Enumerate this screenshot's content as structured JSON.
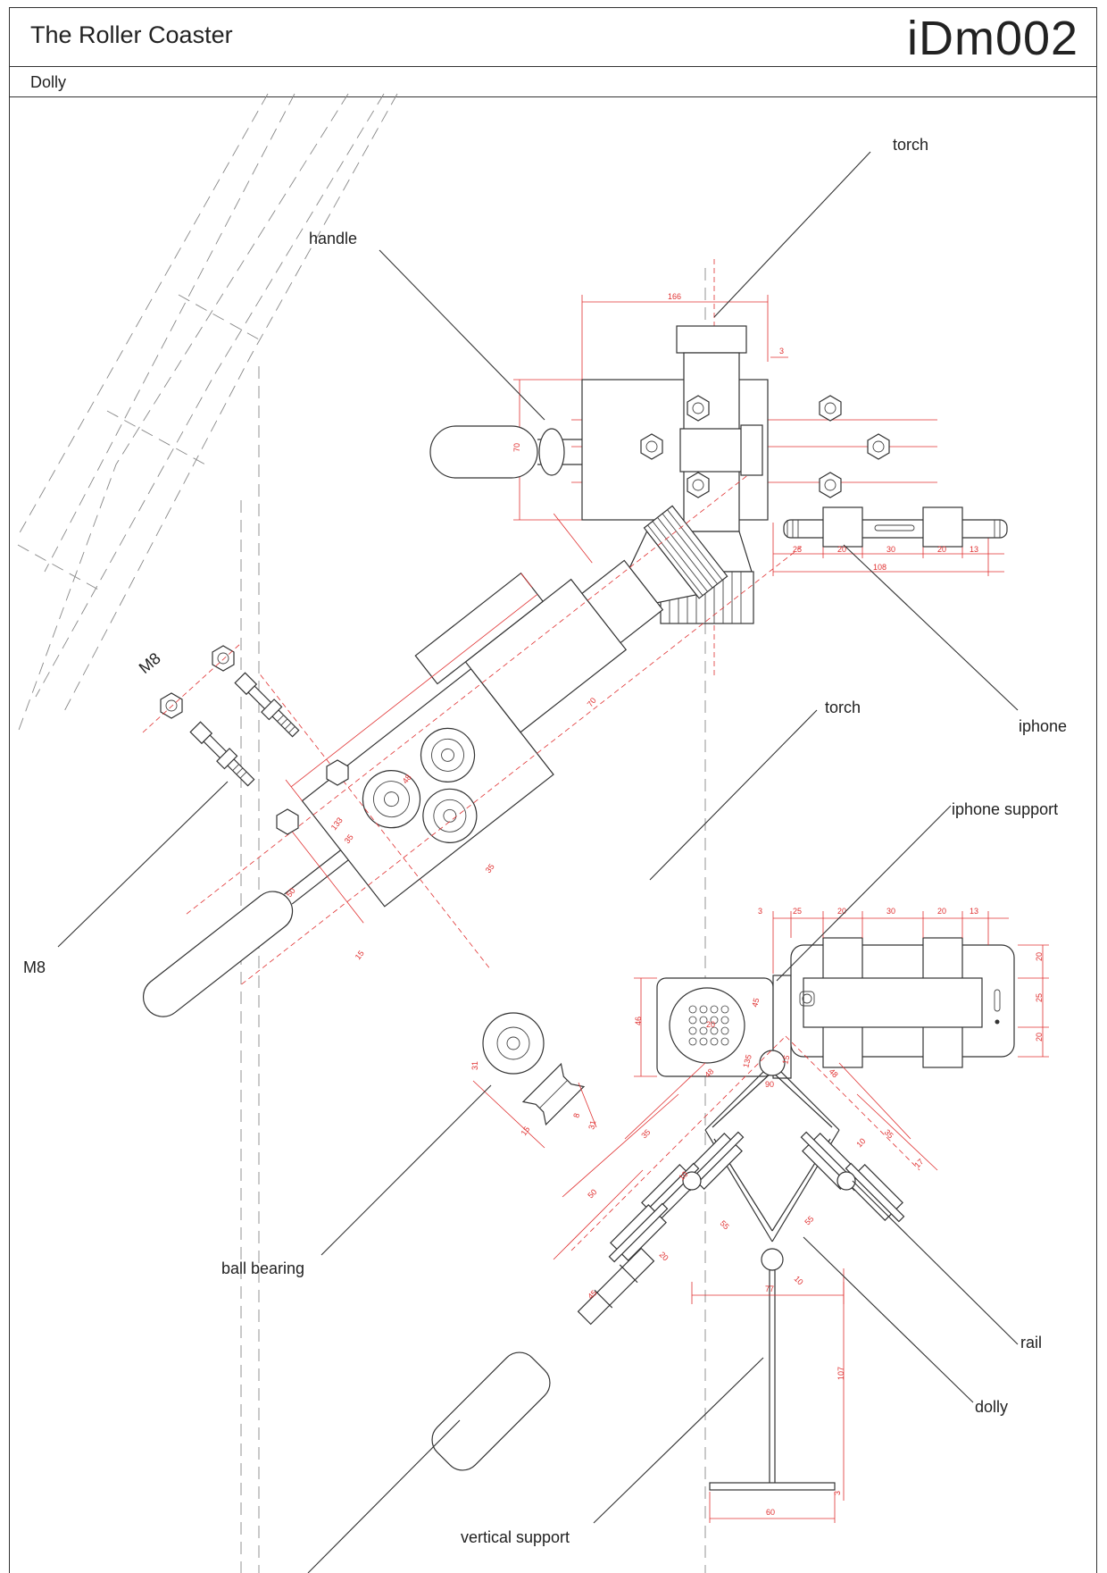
{
  "header": {
    "project_title": "The Roller Coaster",
    "drawing_code": "iDm002",
    "sheet_subtitle": "Dolly"
  },
  "callouts": {
    "torch_top": "torch",
    "handle": "handle",
    "iphone": "iphone",
    "torch_mid": "torch",
    "iphone_support": "iphone support",
    "m8_left": "M8",
    "m8_big": "M8",
    "ball_bearing": "ball bearing",
    "rail": "rail",
    "dolly": "dolly",
    "vertical_support": "vertical support"
  },
  "dimensions": {
    "top_width": "166",
    "top_gap": "3",
    "top_height": "70",
    "top_chain": [
      "25",
      "20",
      "30",
      "20",
      "13"
    ],
    "top_total": "108",
    "iso_70": "70",
    "iso_48": "48",
    "iso_133": "133",
    "iso_35a": "35",
    "iso_50": "50",
    "iso_35b": "35",
    "iso_15": "15",
    "side_chain": [
      "3",
      "25",
      "20",
      "30",
      "20",
      "13"
    ],
    "side_right": [
      "20",
      "25",
      "20"
    ],
    "side_46": "46",
    "side_45": "45",
    "side_20": "20",
    "bearing_31": "31",
    "bearing_8": "8",
    "bearing_31b": "31",
    "bearing_15": "15",
    "dolly_135": "135",
    "dolly_90": "90",
    "dolly_15": "15",
    "dolly_48a": "48",
    "dolly_48b": "48",
    "dolly_35a": "35",
    "dolly_35b": "35",
    "dolly_10a": "10",
    "dolly_17": "17",
    "dolly_50": "50",
    "dolly_55a": "55",
    "dolly_55b": "55",
    "dolly_10b": "10",
    "dolly_77": "77",
    "dolly_20": "20",
    "dolly_45": "45",
    "dolly_10c": "10",
    "vs_107": "107",
    "vs_60": "60",
    "vs_3": "3"
  },
  "colors": {
    "line": "#333333",
    "dimension": "#e03030",
    "construction": "#999999"
  }
}
